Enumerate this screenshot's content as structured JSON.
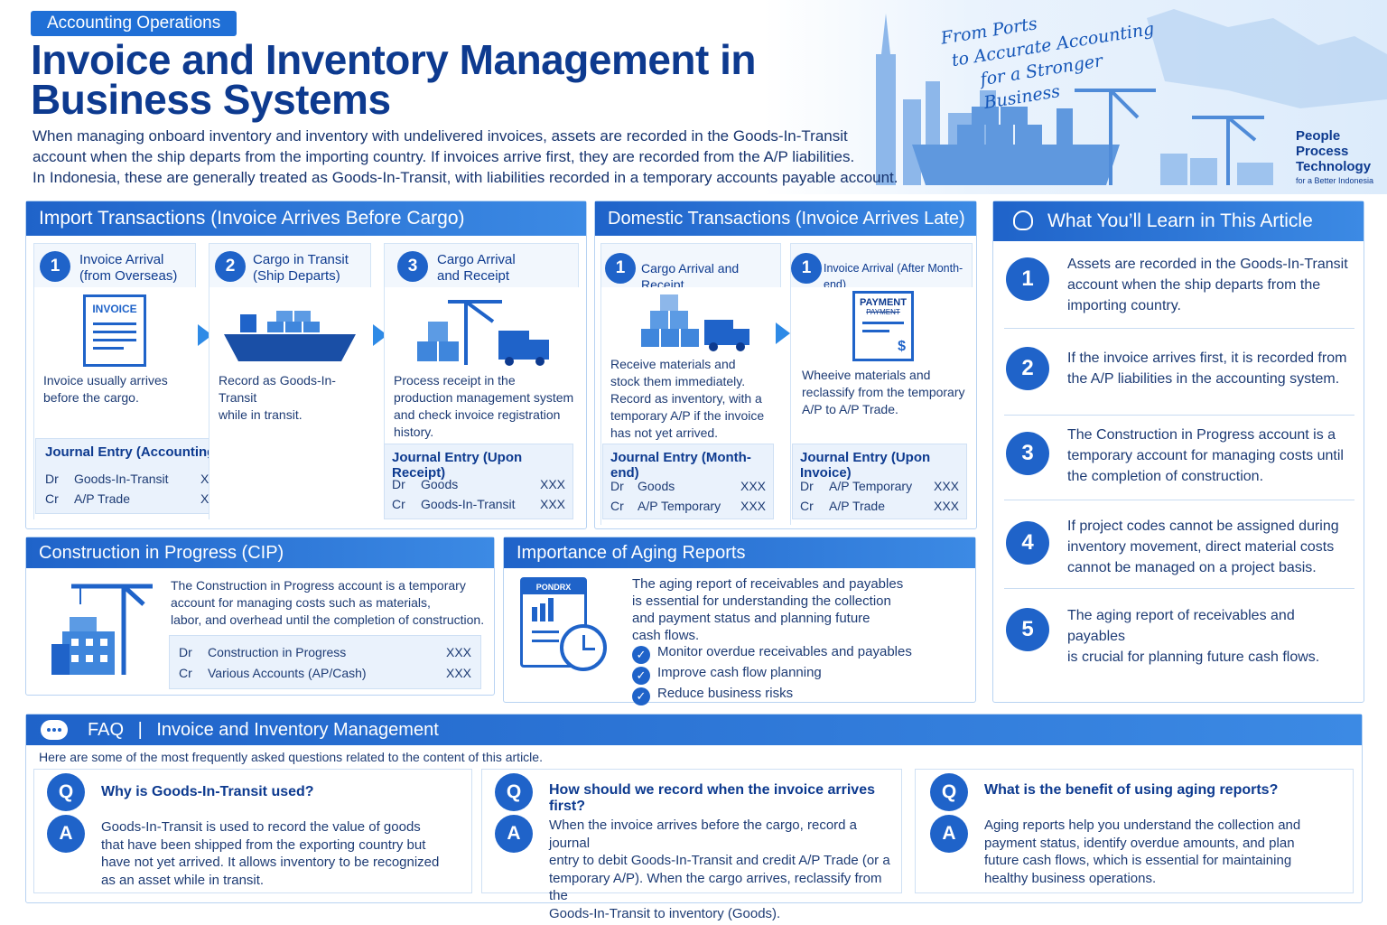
{
  "header": {
    "badge": "Accounting Operations",
    "title_line1": "Invoice and Inventory Management in",
    "title_line2": "Business Systems",
    "intro_line1": "When managing onboard inventory and inventory with undelivered invoices, assets are recorded in the Goods-In-Transit",
    "intro_line2": "account when the ship departs from the importing country. If invoices arrive first, they are recorded from the A/P liabilities.",
    "intro_line3": "In Indonesia, these are generally treated as Goods-In-Transit, with liabilities recorded in a temporary accounts payable account.",
    "slogan": [
      "From Ports",
      "to Accurate Accounting",
      "for a Stronger Business"
    ],
    "ppt": [
      "People",
      "Process",
      "Technology"
    ],
    "ppt_sub": "for a Better Indonesia"
  },
  "import": {
    "title": "Import Transactions (Invoice Arrives Before Cargo)",
    "steps": [
      {
        "num": "1",
        "title1": "Invoice Arrival",
        "title2": "(from Overseas)",
        "icon_label": "INVOICE",
        "desc": [
          "Invoice usually arrives",
          "before the cargo."
        ]
      },
      {
        "num": "2",
        "title1": "Cargo in Transit",
        "title2": "(Ship Departs)",
        "desc": [
          "Record as Goods-In-Transit",
          "while in transit."
        ]
      },
      {
        "num": "3",
        "title1": "Cargo Arrival",
        "title2": "and Receipt",
        "desc": [
          "Process receipt in the",
          "production management system",
          "and check invoice registration",
          "history."
        ]
      }
    ],
    "je1": {
      "title": "Journal Entry (Accounting)",
      "rows": [
        [
          "Dr",
          "Goods-In-Transit",
          "XXX"
        ],
        [
          "Cr",
          "A/P Trade",
          "XXX"
        ]
      ]
    },
    "je3": {
      "title": "Journal Entry (Upon Receipt)",
      "rows": [
        [
          "Dr",
          "Goods",
          "XXX"
        ],
        [
          "Cr",
          "Goods-In-Transit",
          "XXX"
        ]
      ]
    }
  },
  "domestic": {
    "title": "Domestic Transactions (Invoice Arrives Late)",
    "steps": [
      {
        "num": "1",
        "title": "Cargo Arrival and Receipt",
        "desc": [
          "Receive materials and",
          "stock them immediately.",
          "Record as inventory, with a",
          "temporary A/P if the invoice",
          "has not yet arrived."
        ]
      },
      {
        "num": "1",
        "title": "Invoice Arrival (After Month-end)",
        "icon_label": "PAYMENT",
        "icon_label2": "PAYMENT",
        "desc": [
          "Wheeive materials and",
          "reclassify from the temporary",
          "A/P to A/P Trade."
        ]
      }
    ],
    "je1": {
      "title": "Journal Entry (Month-end)",
      "rows": [
        [
          "Dr",
          "Goods",
          "XXX"
        ],
        [
          "Cr",
          "A/P Temporary",
          "XXX"
        ]
      ]
    },
    "je2": {
      "title": "Journal Entry (Upon Invoice)",
      "rows": [
        [
          "Dr",
          "A/P Temporary",
          "XXX"
        ],
        [
          "Cr",
          "A/P Trade",
          "XXX"
        ]
      ]
    }
  },
  "learn": {
    "title": "What You’ll Learn in This Article",
    "items": [
      {
        "num": "1",
        "text": [
          "Assets are recorded in the Goods-In-Transit",
          "account when the ship departs from the",
          "importing country."
        ]
      },
      {
        "num": "2",
        "text": [
          "If the invoice arrives first, it is recorded from",
          "the A/P liabilities in the accounting system."
        ]
      },
      {
        "num": "3",
        "text": [
          "The Construction in Progress account is a",
          "temporary account for managing costs until",
          "the completion of construction."
        ]
      },
      {
        "num": "4",
        "text": [
          "If project codes cannot be assigned during",
          "inventory movement, direct material costs",
          "cannot be managed on a project basis."
        ]
      },
      {
        "num": "5",
        "text": [
          "The aging report of receivables and payables",
          "is crucial for planning future cash flows."
        ]
      }
    ]
  },
  "cip": {
    "title": "Construction in Progress (CIP)",
    "desc": [
      "The Construction in Progress account is a temporary",
      "account for managing costs such as materials,",
      "labor, and overhead until the completion of construction."
    ],
    "rows": [
      [
        "Dr",
        "Construction in Progress",
        "XXX"
      ],
      [
        "Cr",
        "Various Accounts (AP/Cash)",
        "XXX"
      ]
    ]
  },
  "aging": {
    "title": "Importance of Aging Reports",
    "icon_label": "PONDRX",
    "desc": [
      "The aging report of receivables and payables",
      "is essential for understanding the collection",
      "and payment status and planning future",
      "cash flows."
    ],
    "checks": [
      "Monitor overdue receivables and payables",
      "Improve cash flow planning",
      "Reduce business risks"
    ]
  },
  "faq": {
    "title_left": "FAQ",
    "sep": "|",
    "title_right": "Invoice and Inventory Management",
    "subtitle": "Here are some of the most frequently asked questions related to the content of this article.",
    "q_label": "Q",
    "a_label": "A",
    "items": [
      {
        "q": "Why is Goods-In-Transit used?",
        "a": [
          "Goods-In-Transit is used to record the value of goods",
          "that have been shipped from the exporting country but",
          "have not yet arrived. It allows inventory to be recognized",
          "as an asset while in transit."
        ]
      },
      {
        "q": "How should we record when the invoice arrives first?",
        "a": [
          "When the invoice arrives before the cargo, record a journal",
          "entry to debit Goods-In-Transit and credit A/P Trade (or a",
          "temporary A/P). When the cargo arrives, reclassify from the",
          "Goods-In-Transit to inventory (Goods)."
        ]
      },
      {
        "q": "What is the benefit of using aging reports?",
        "a": [
          "Aging reports help you understand the collection and",
          "payment status, identify overdue amounts, and plan",
          "future cash flows, which is essential for maintaining",
          "healthy business operations."
        ]
      }
    ]
  },
  "colors": {
    "primary": "#1f63c9",
    "dark": "#0d3a8f",
    "light": "#eaf2fc",
    "border": "#b8d3f2"
  }
}
